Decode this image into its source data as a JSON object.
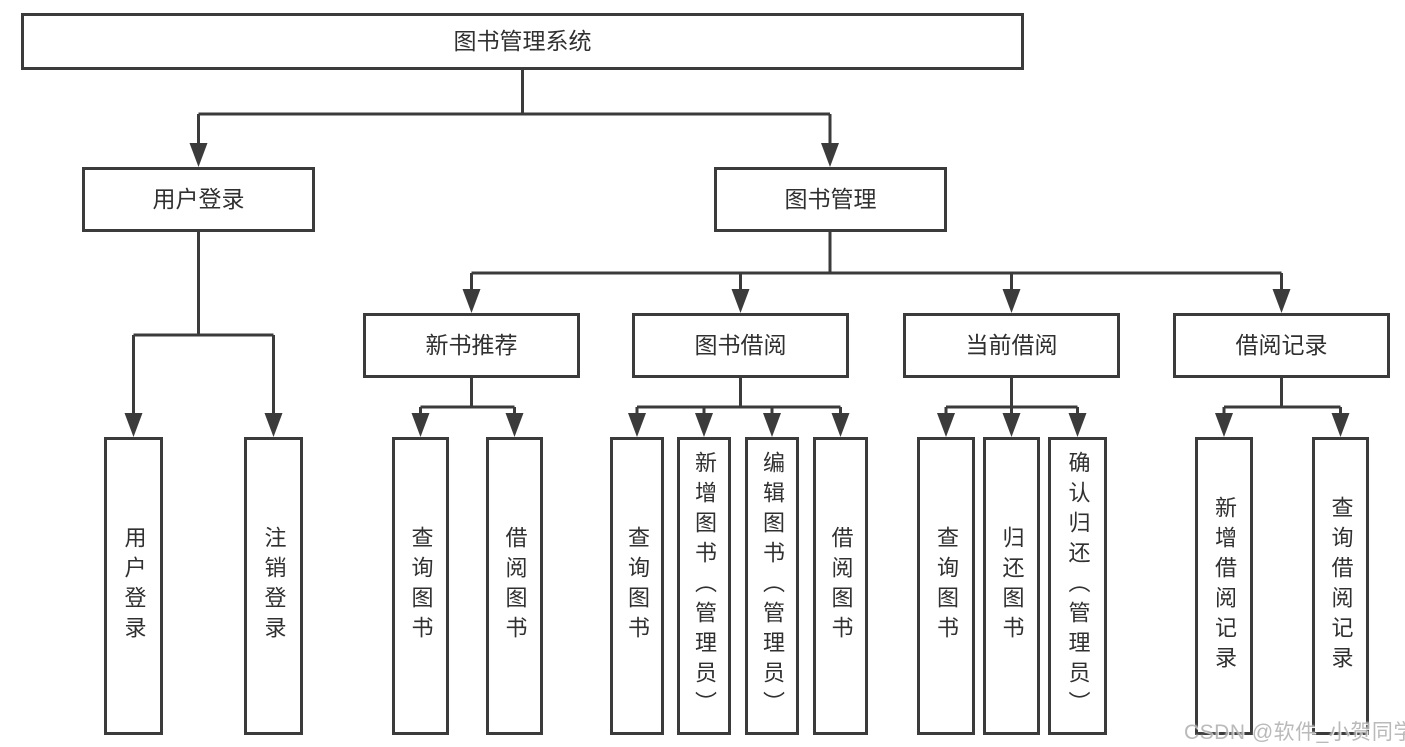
{
  "colors": {
    "line": "#3b3b3b",
    "text": "#303030",
    "background": "#ffffff",
    "watermark": "#b3b3b3"
  },
  "watermark": {
    "text": "CSDN @软件_小贺同学"
  },
  "tree": {
    "label": "图书管理系统",
    "children": [
      {
        "label": "用户登录",
        "children": [
          {
            "label": "用户登录"
          },
          {
            "label": "注销登录"
          }
        ]
      },
      {
        "label": "图书管理",
        "children": [
          {
            "label": "新书推荐",
            "children": [
              {
                "label": "查询图书"
              },
              {
                "label": "借阅图书"
              }
            ]
          },
          {
            "label": "图书借阅",
            "children": [
              {
                "label": "查询图书"
              },
              {
                "label": "新增图书（管理员）"
              },
              {
                "label": "编辑图书（管理员）"
              },
              {
                "label": "借阅图书"
              }
            ]
          },
          {
            "label": "当前借阅",
            "children": [
              {
                "label": "查询图书"
              },
              {
                "label": "归还图书"
              },
              {
                "label": "确认归还（管理员）"
              }
            ]
          },
          {
            "label": "借阅记录",
            "children": [
              {
                "label": "新增借阅记录"
              },
              {
                "label": "查询借阅记录"
              }
            ]
          }
        ]
      }
    ]
  }
}
